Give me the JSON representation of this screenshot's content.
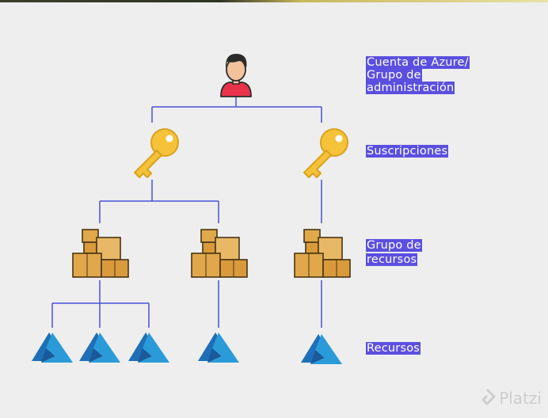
{
  "labels": {
    "account_line1": "Cuenta de Azure/",
    "account_line2": "Grupo de",
    "account_line3": "administración",
    "subscriptions": "Suscripciones",
    "resource_group_line1": "Grupo de",
    "resource_group_line2": "recursos",
    "resources": "Recursos"
  },
  "watermark": {
    "text": "Platzi"
  },
  "colors": {
    "connector": "#4a50d8",
    "highlight": "#5b4fe0",
    "key": "#f5c23a",
    "box": "#e0a84a",
    "azure": "#1e88c8"
  },
  "icons": {
    "root": "person-icon",
    "subscription": "key-icon",
    "resource_group": "boxes-icon",
    "resource": "azure-logo-icon"
  }
}
